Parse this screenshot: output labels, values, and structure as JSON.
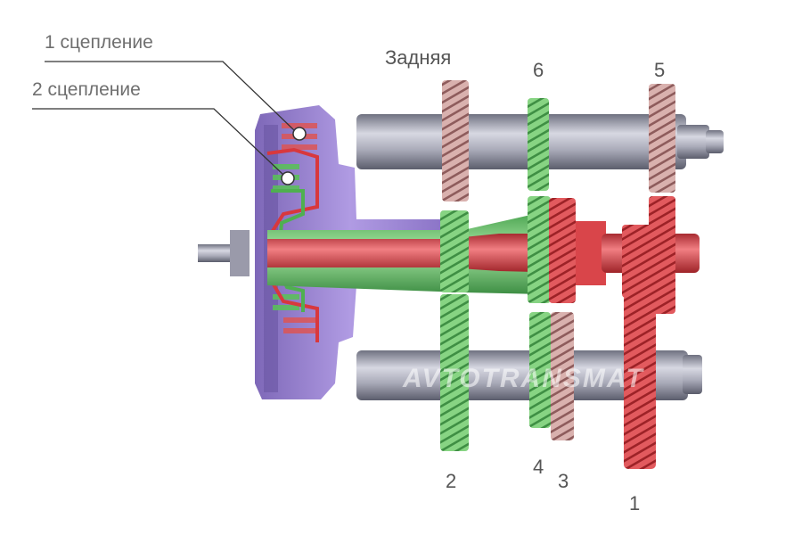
{
  "labels": {
    "clutch1": "1 сцепление",
    "clutch2": "2 сцепление",
    "reverse": "Задняя",
    "gear6": "6",
    "gear5": "5",
    "gear2": "2",
    "gear4": "4",
    "gear3": "3",
    "gear1": "1"
  },
  "watermark": "AVTOTRANSMAT",
  "colors": {
    "clutch_housing": "#a48ad8",
    "shaft_grey": "#9a9aaa",
    "red_shaft": "#e0474c",
    "green_shaft": "#7ccf7a",
    "gear_pink": "#d8a6a6",
    "leader_line": "#333333"
  }
}
